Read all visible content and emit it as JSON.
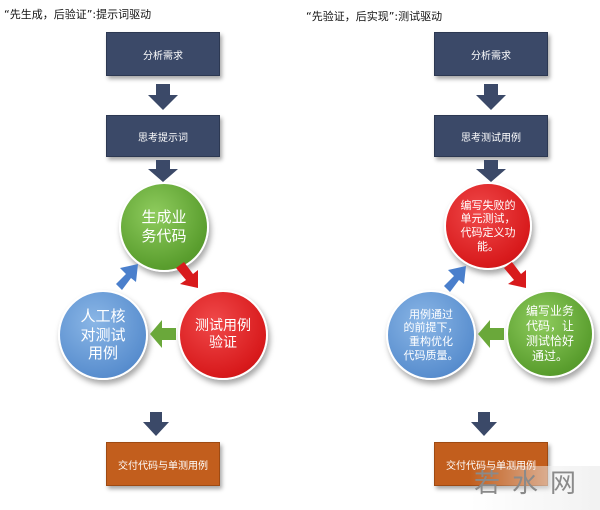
{
  "left": {
    "heading": "“先生成，后验证”:提示词驱动",
    "box1": "分析需求",
    "box2": "思考提示词",
    "circle_top": [
      "生成业",
      "务代码"
    ],
    "circle_right": [
      "测试用例",
      "验证"
    ],
    "circle_left": [
      "人工核",
      "对测试",
      "用例"
    ],
    "box_bottom": "交付代码与单测用例"
  },
  "right": {
    "heading": "“先验证，后实现”:测试驱动",
    "box1": "分析需求",
    "box2": "思考测试用例",
    "circle_top": [
      "编写失败的",
      "单元测试，",
      "代码定义功",
      "能。"
    ],
    "circle_right": [
      "编写业务",
      "代码，让",
      "测试恰好",
      "通过。"
    ],
    "circle_left": [
      "用例通过",
      "的前提下，",
      "重构优化",
      "代码质量。"
    ],
    "box_bottom": "交付代码与单测用例"
  },
  "watermark": "若水网",
  "colors": {
    "dark_box": "#3b4968",
    "orange_box": "#c25e1d",
    "green": "#5a9e2e",
    "red": "#d81a1c",
    "blue": "#5a8fcf",
    "arrow_dark": "#3b4968"
  }
}
